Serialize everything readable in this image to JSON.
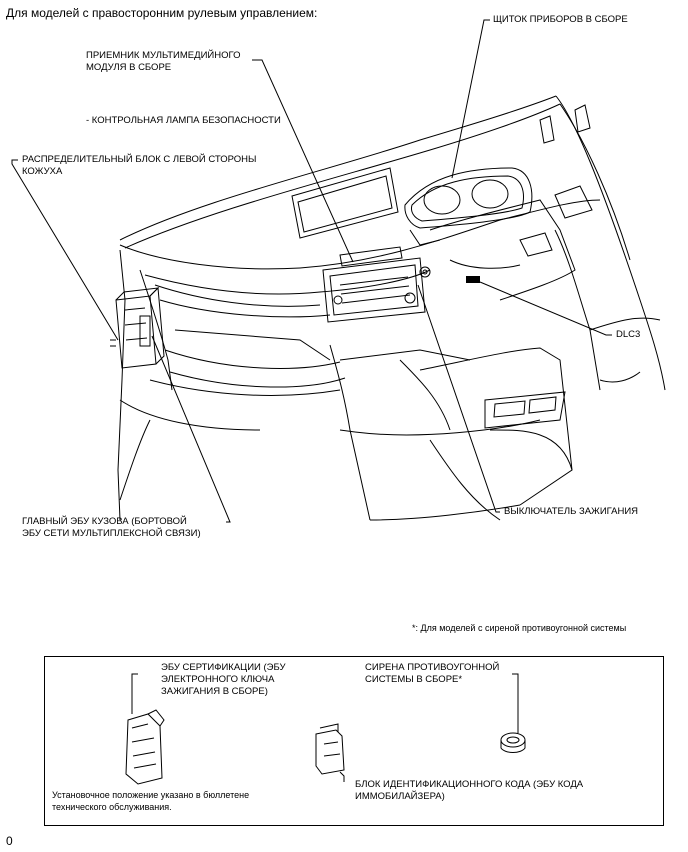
{
  "header": "Для моделей с правосторонним рулевым управлением:",
  "labels": {
    "instrument_panel": "ЩИТОК ПРИБОРОВ В СБОРЕ",
    "multimedia_receiver": "ПРИЕМНИК МУЛЬТИМЕДИЙНОГО\nМОДУЛЯ В СБОРЕ",
    "security_lamp": "- КОНТРОЛЬНАЯ ЛАМПА БЕЗОПАСНОСТИ",
    "junction_block": "РАСПРЕДЕЛИТЕЛЬНЫЙ БЛОК С ЛЕВОЙ СТОРОНЫ\nКОЖУХА",
    "dlc3": "DLC3",
    "main_body_ecu": "ГЛАВНЫЙ ЭБУ КУЗОВА (БОРТОВОЙ\nЭБУ СЕТИ МУЛЬТИПЛЕКСНОЙ СВЯЗИ)",
    "ignition_switch": "ВЫКЛЮЧАТЕЛЬ ЗАЖИГАНИЯ"
  },
  "footnote": "*: Для моделей с сиреной противоугонной системы",
  "inset": {
    "certification_ecu": "ЭБУ СЕРТИФИКАЦИИ (ЭБУ\nЭЛЕКТРОННОГО КЛЮЧА\nЗАЖИГАНИЯ В СБОРЕ)",
    "siren": "СИРЕНА ПРОТИВОУГОННОЙ\nСИСТЕМЫ В СБОРЕ*",
    "install_note": "Установочное положение указано в бюллетене\nтехнического обслуживания.",
    "id_code_box": "БЛОК ИДЕНТИФИКАЦИОННОГО КОДА (ЭБУ КОДА\nИММОБИЛАЙЗЕРА)"
  },
  "figure_id": "0"
}
